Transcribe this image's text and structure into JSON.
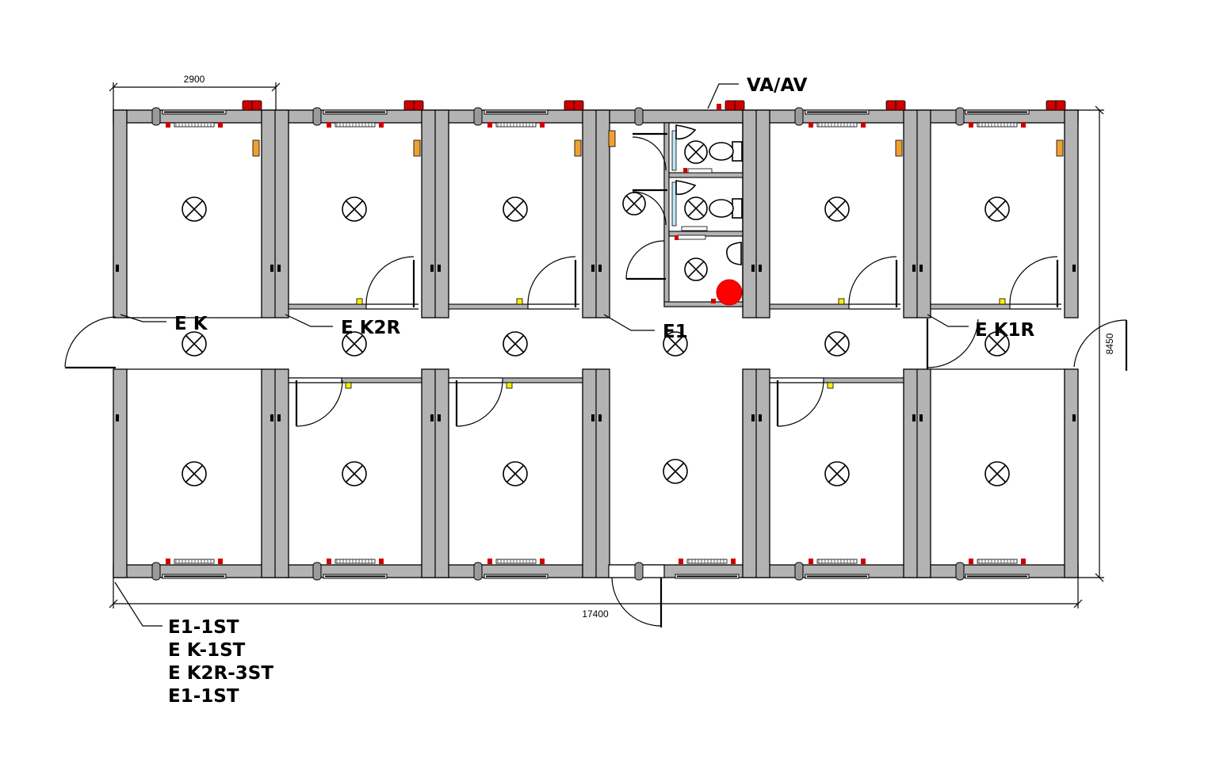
{
  "labels": {
    "ek": "E K",
    "ek2r": "E K2R",
    "e1": "E1",
    "ek1r": "E K1R",
    "vaav": "VA/AV"
  },
  "dimensions": {
    "module_width": "2900",
    "total_length": "17400",
    "total_depth": "8450"
  },
  "module_list": [
    "E1-1ST",
    "E K-1ST",
    "E K2R-3ST",
    "E1-1ST"
  ],
  "colors": {
    "wall_fill": "#b3b3b3",
    "outline": "#000000",
    "heater_red": "#cc0000",
    "smoke_detector_red": "#ff0000",
    "switch_orange": "#f0a030",
    "socket_yellow": "#ffee00",
    "glass_blue": "#bfe6f2"
  },
  "icons": {
    "ceiling_light": "ceiling-light-icon",
    "heater": "radiator-heater-icon",
    "toilet": "toilet-icon",
    "sink": "sink-icon",
    "smoke_detector": "smoke-detector-icon"
  }
}
